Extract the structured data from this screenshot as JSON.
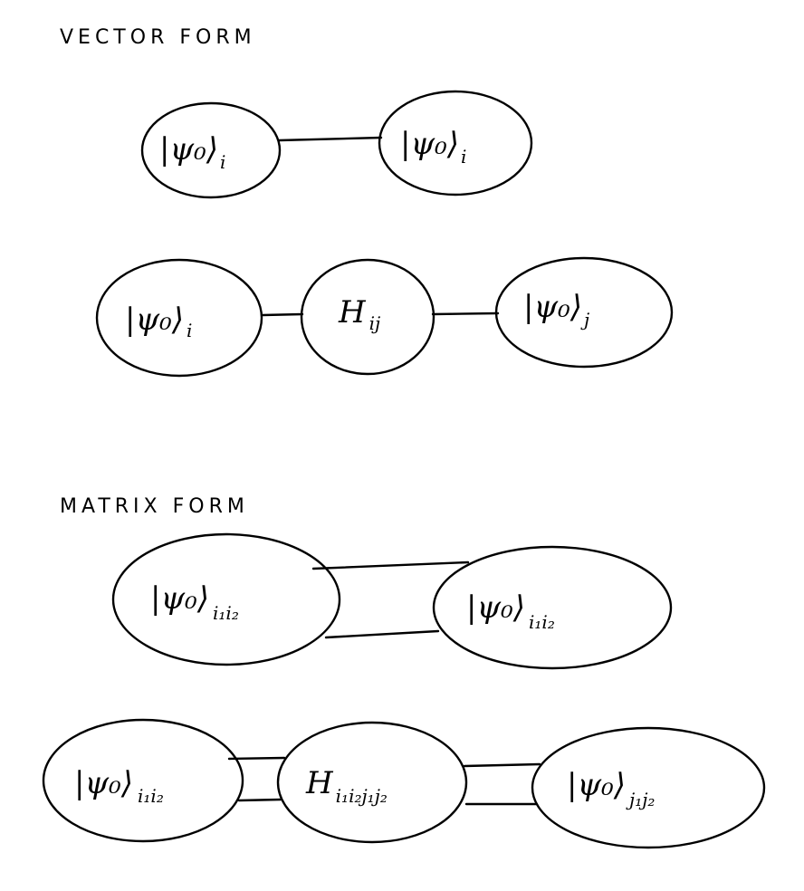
{
  "sections": [
    {
      "heading": "VECTOR FORM",
      "diagrams": [
        {
          "nodes": [
            {
              "symbol": "|ψ₀⟩",
              "indices": "i"
            },
            {
              "symbol": "|ψ₀⟩",
              "indices": "i"
            }
          ],
          "bonds": 1
        },
        {
          "nodes": [
            {
              "symbol": "|ψ₀⟩",
              "indices": "i"
            },
            {
              "symbol": "H",
              "indices": "ij"
            },
            {
              "symbol": "|ψ₀⟩",
              "indices": "j"
            }
          ],
          "bonds": 1
        }
      ]
    },
    {
      "heading": "MATRIX FORM",
      "diagrams": [
        {
          "nodes": [
            {
              "symbol": "|ψ₀⟩",
              "indices": "i₁i₂"
            },
            {
              "symbol": "|ψ₀⟩",
              "indices": "i₁i₂"
            }
          ],
          "bonds": 2
        },
        {
          "nodes": [
            {
              "symbol": "|ψ₀⟩",
              "indices": "i₁i₂"
            },
            {
              "symbol": "H",
              "indices": "i₁i₂j₁j₂"
            },
            {
              "symbol": "|ψ₀⟩",
              "indices": "j₁j₂"
            }
          ],
          "bonds": 2
        }
      ]
    }
  ],
  "colors": {
    "ink": "#000000",
    "paper": "#ffffff"
  }
}
